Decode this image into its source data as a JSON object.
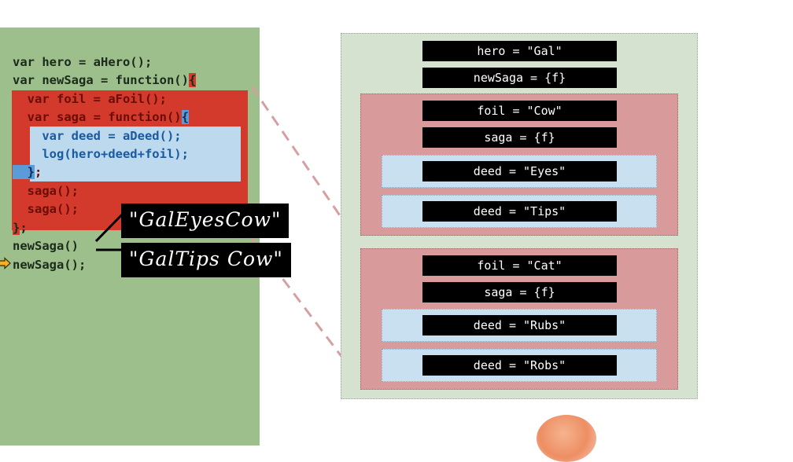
{
  "code": {
    "lines": [
      "var hero = aHero();",
      "var newSaga = function()",
      "  var foil = aFoil();",
      "  var saga = function()",
      "    var deed = aDeed();",
      "    log(hero+deed+foil);",
      "  }",
      "  saga();",
      "  saga();",
      "}",
      "newSaga()",
      "newSaga();"
    ],
    "open_brace": "{",
    "close_semicolon": ";"
  },
  "callouts": [
    "\"GalEyesCow\"",
    "\"GalTips Cow\""
  ],
  "diagram": {
    "global_vars": [
      "hero = \"Gal\"",
      "newSaga = {f}"
    ],
    "scopes": [
      {
        "vars": [
          "foil = \"Cow\"",
          "saga = {f}"
        ],
        "inner": [
          "deed = \"Eyes\"",
          "deed = \"Tips\""
        ]
      },
      {
        "vars": [
          "foil = \"Cat\"",
          "saga = {f}"
        ],
        "inner": [
          "deed = \"Rubs\"",
          "deed = \"Robs\""
        ]
      }
    ]
  },
  "colors": {
    "code_background": "#9cbf8b",
    "outer_function_highlight": "#d33a2c",
    "inner_function_highlight": "#bcd9ee",
    "global_scope": "#d5e2cf",
    "function_scope": "#d99a9c",
    "inner_scope": "#c8e0ef",
    "var_box": "#000000",
    "current_line_arrow": "#f0a020"
  },
  "icons": {
    "current_line": "arrow-right-icon"
  }
}
